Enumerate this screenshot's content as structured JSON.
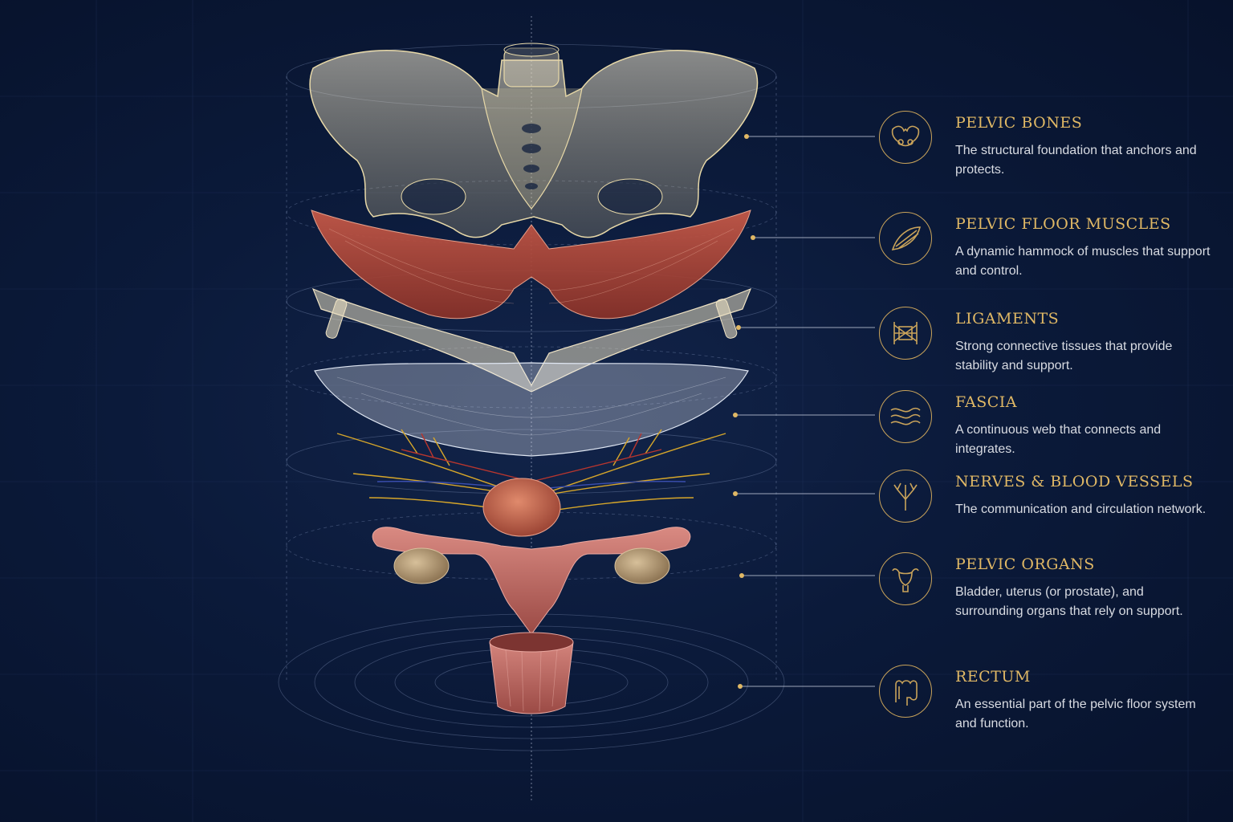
{
  "colors": {
    "background": "#0b1a3a",
    "accent_gold": "#e0b865",
    "text": "#d8dbe2",
    "bone": "#e6dcc0",
    "muscle": "#b04a3c",
    "nerve": "#d6a62a",
    "vessel_red": "#b8362e",
    "vessel_blue": "#3b4fb0"
  },
  "layers": [
    {
      "title": "PELVIC BONES",
      "icon": "pelvis-icon",
      "description": "The structural foundation that anchors and protects."
    },
    {
      "title": "PELVIC FLOOR MUSCLES",
      "icon": "muscle-icon",
      "description": "A dynamic hammock of muscles that support and control."
    },
    {
      "title": "LIGAMENTS",
      "icon": "ligament-icon",
      "description": "Strong connective tissues that provide stability and support."
    },
    {
      "title": "FASCIA",
      "icon": "fascia-waves-icon",
      "description": "A continuous web that connects and integrates."
    },
    {
      "title": "NERVES & BLOOD VESSELS",
      "icon": "nerve-tree-icon",
      "description": "The communication and circulation network."
    },
    {
      "title": "PELVIC ORGANS",
      "icon": "uterus-icon",
      "description": "Bladder, uterus (or prostate), and surrounding organs that rely on support."
    },
    {
      "title": "RECTUM",
      "icon": "intestine-icon",
      "description": "An essential part of the pelvic floor system and function."
    }
  ]
}
